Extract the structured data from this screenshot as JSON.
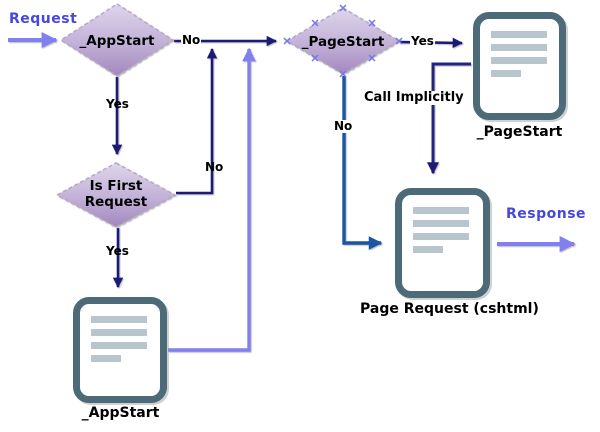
{
  "nodes": {
    "app_start_decision": {
      "label": "_AppStart",
      "type": "decision"
    },
    "is_first_request_decision": {
      "label": "Is First Request",
      "label_line1": "Is First",
      "label_line2": "Request",
      "type": "decision"
    },
    "page_start_decision": {
      "label": "_PageStart",
      "type": "decision",
      "selected": true
    },
    "page_start_doc": {
      "label": "_PageStart",
      "type": "document"
    },
    "page_request_doc": {
      "label": "Page Request (cshtml)",
      "type": "document"
    },
    "app_start_doc": {
      "label": "_AppStart",
      "type": "document"
    }
  },
  "edges": {
    "request": {
      "label": "Request"
    },
    "response": {
      "label": "Response"
    },
    "app_start_no": {
      "label": "No"
    },
    "app_start_yes": {
      "label": "Yes"
    },
    "is_first_request_no": {
      "label": "No"
    },
    "is_first_request_yes": {
      "label": "Yes"
    },
    "page_start_yes": {
      "label": "Yes"
    },
    "page_start_no": {
      "label": "No"
    },
    "call_implicitly": {
      "label": "Call Implicitly"
    }
  },
  "colors": {
    "navy_connector": "#1b1b75",
    "medium_blue_connector": "#1c55a5",
    "periwinkle_connector": "#8080ee",
    "io_text_blue": "#4646e0",
    "diamond_gradient_top": "#ded5eb",
    "diamond_gradient_bottom": "#a287bd",
    "diamond_dash_border": "#b7a6ca",
    "document_border": "#4d6a78",
    "document_content_line": "#b8c5cd",
    "selection_handle_blue": "#7575ee"
  }
}
